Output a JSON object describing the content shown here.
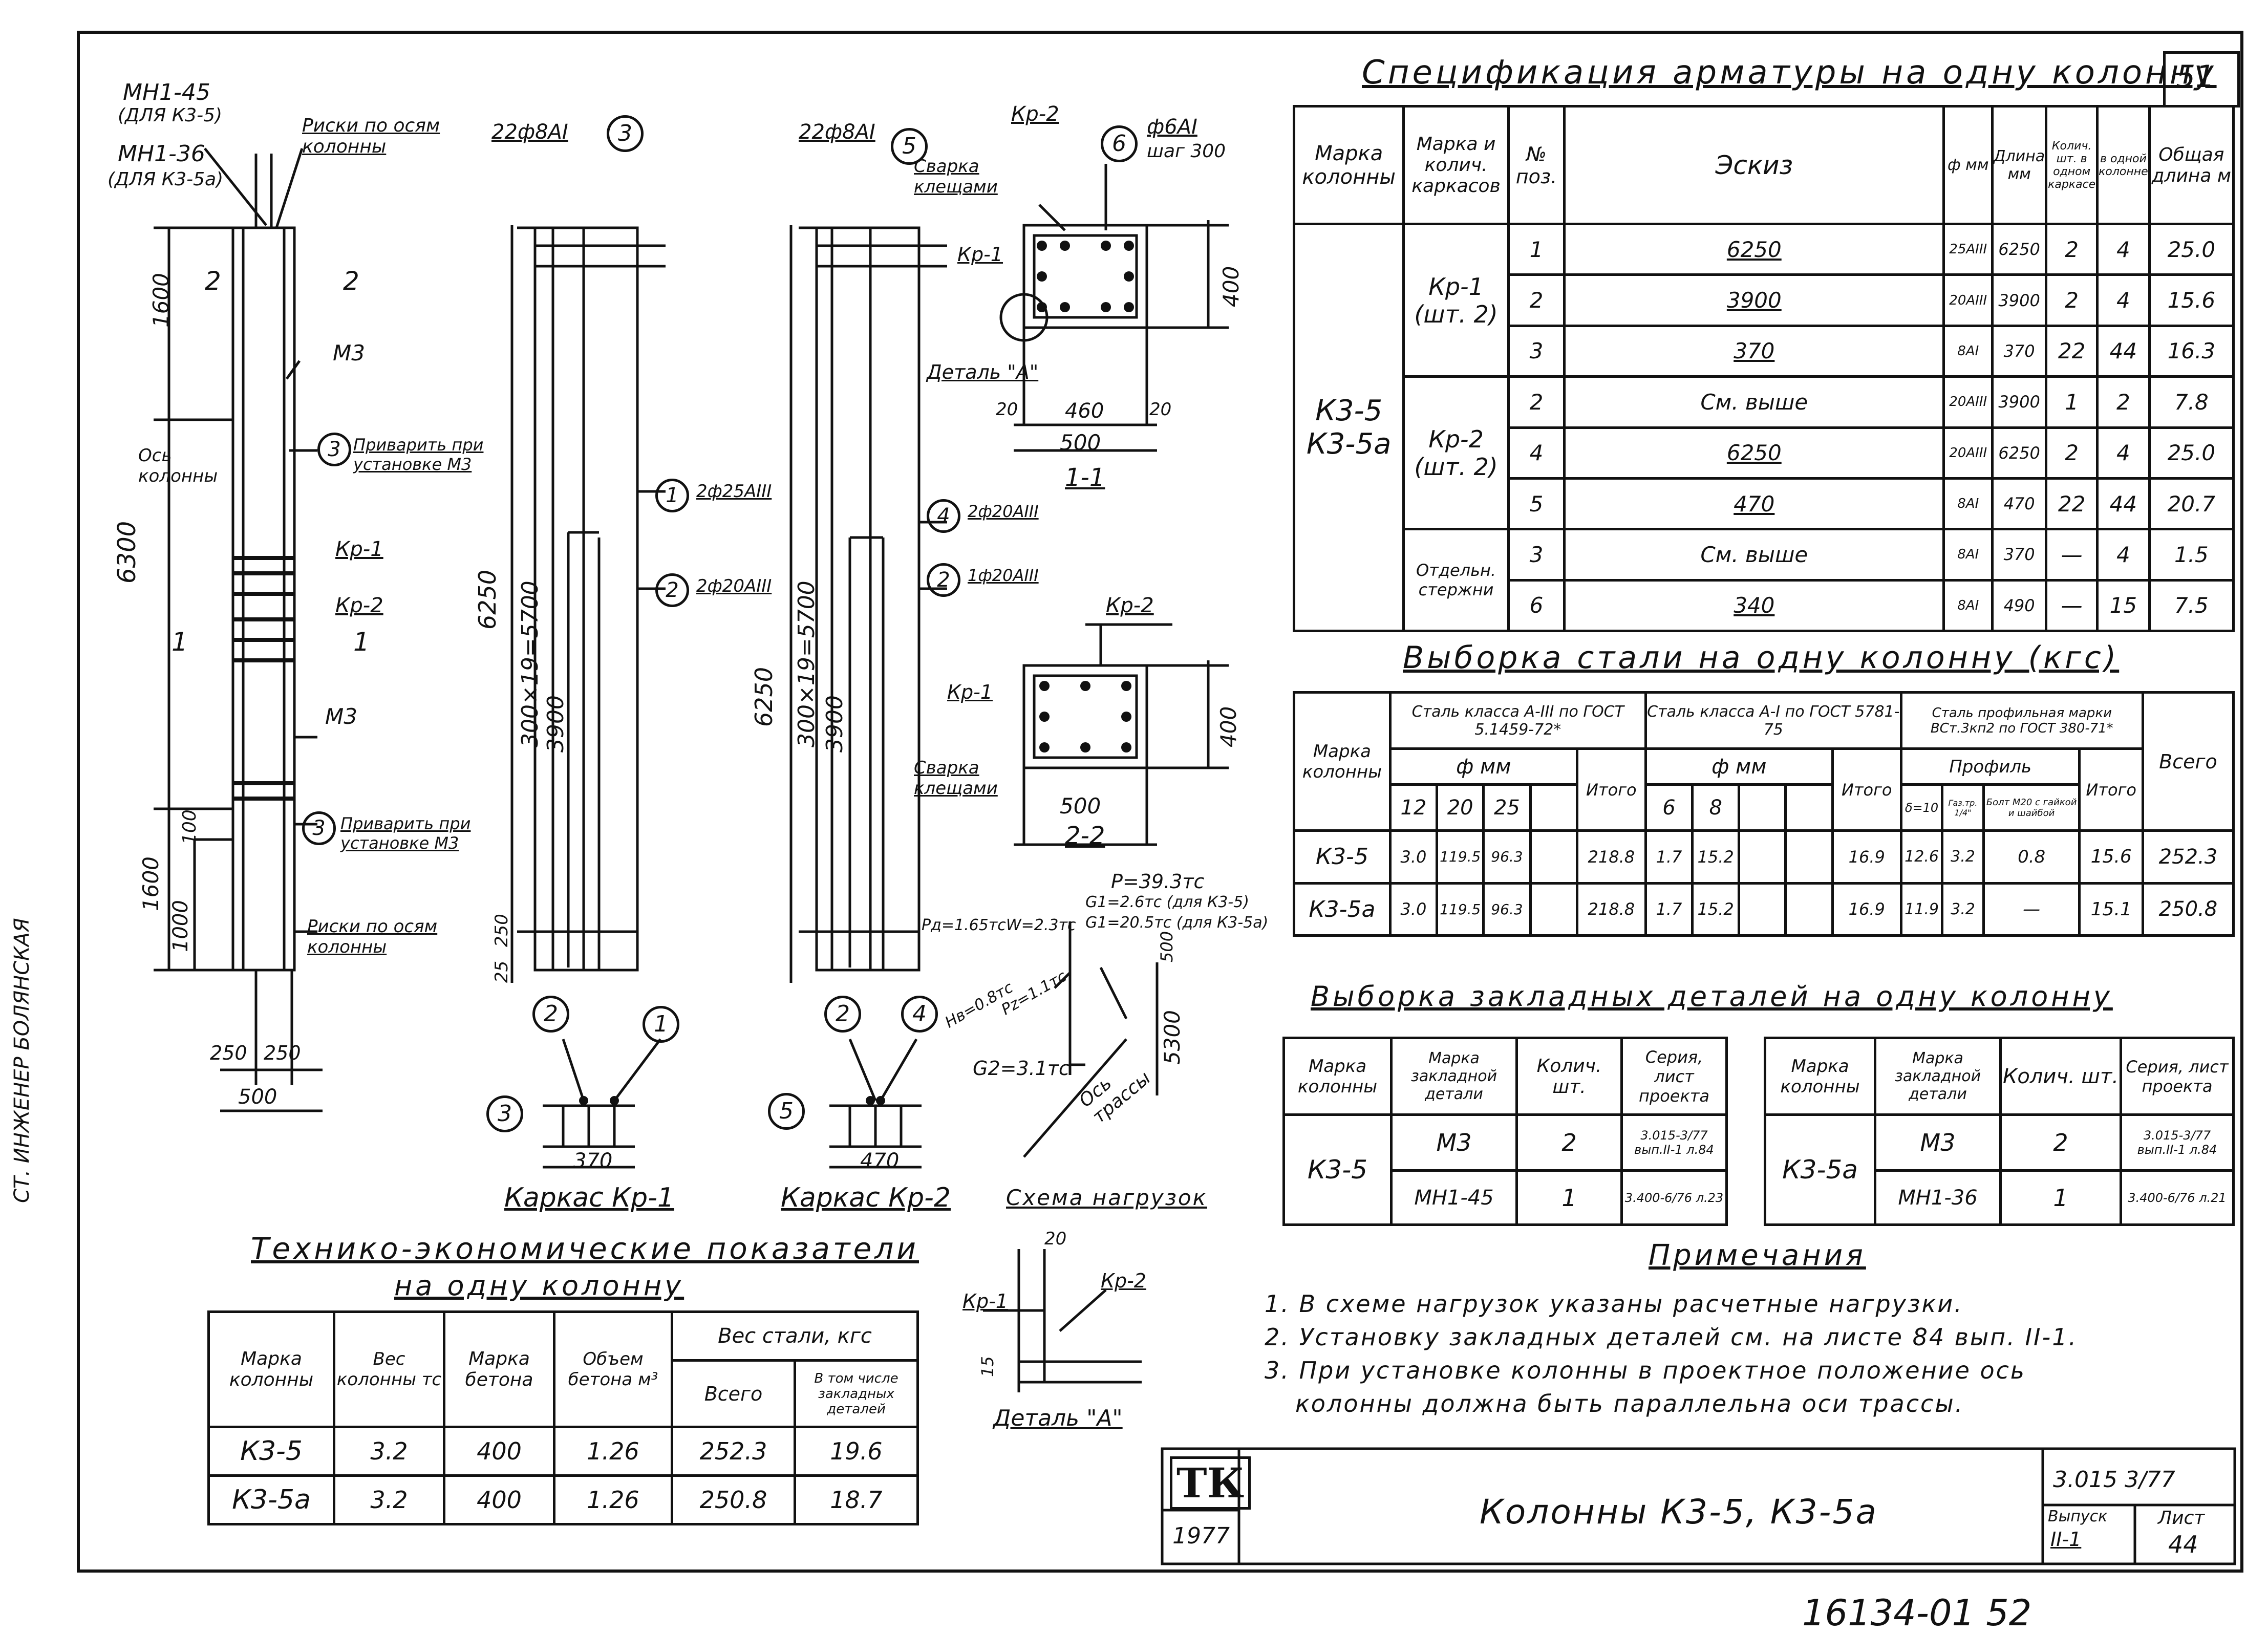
{
  "sheet_number": "51",
  "bottom_code": "16134-01   52",
  "side_label": "СТ. ИНЖЕНЕР БОЛЯНСКАЯ",
  "drawing": {
    "embed_top_label": "МН1-45",
    "embed_top_note": "(ДЛЯ К3-5)",
    "embed_top_label2": "МН1-36",
    "embed_top_note2": "(ДЛЯ К3-5а)",
    "risks_top": "Риски по осям колонны",
    "risks_bottom": "Риски по осям колонны",
    "dim_6300": "6300",
    "dim_1600_top": "1600",
    "dim_1600_bot": "1600",
    "dim_1000": "1000",
    "dim_100": "100",
    "dim_250a": "250",
    "dim_250b": "250",
    "dim_500": "500",
    "sec_2a": "2",
    "sec_2b": "2",
    "sec_1a": "1",
    "sec_1b": "1",
    "m3_top": "М3",
    "m3_bot": "М3",
    "axis": "Ось колонны",
    "weld_top": "Приварить при установке М3",
    "weld_bot": "Приварить при установке М3",
    "kr1": "Кр-1",
    "kr2": "Кр-2",
    "frame1_bar": "22ф8АI",
    "frame2_bar": "22ф8АI",
    "bar_2f25": "2ф25АIII",
    "bar_2f20": "2ф20АIII",
    "bar_2f20b": "2ф20АIII",
    "bar_1f20": "1ф20АIII",
    "dim_6250a": "6250",
    "dim_6250b": "6250",
    "dim_300x19a": "300×19=5700",
    "dim_300x19b": "300×19=5700",
    "dim_3900a": "3900",
    "dim_3900b": "3900",
    "dim_25": "25",
    "dim_250": "250",
    "caption_kr1": "Каркас Кр-1",
    "caption_kr2": "Каркас Кр-2",
    "kr1_370": "370",
    "kr2_470": "470",
    "kr2_top": "Кр-2",
    "f6": "ф6АI",
    "step300": "шаг 300",
    "svarka_top": "Сварка клещами",
    "detal_a": "Деталь \"А\"",
    "dim_400a": "400",
    "dim_460": "460",
    "dim_20a": "20",
    "dim_20b": "20",
    "dim_500a": "500",
    "sec_11": "1-1",
    "kr2_b": "Кр-2",
    "kr1_b": "Кр-1",
    "dim_400b": "400",
    "svarka_b": "Сварка клещами",
    "dim_500b": "500",
    "sec_22": "2-2",
    "p_load": "Р=39.3тс",
    "g1a": "G1=2.6тс (для К3-5)",
    "g1b": "G1=20.5тс (для К3-5а)",
    "pa": "Рд=1.65тс",
    "w": "W=2.3тс",
    "hb": "Нв=0.8тс",
    "pz": "Рz=1.1тс",
    "g2": "G2=3.1тс",
    "os_trassy": "Ось трассы",
    "dim_5300": "5300",
    "dim_500c": "500",
    "load_scheme": "Схема нагрузок",
    "detail_caption": "Деталь \"А\"",
    "d_kr1": "Кр-1",
    "d_kr2": "Кр-2",
    "d_20": "20",
    "d_15": "15"
  },
  "spec": {
    "title": "Спецификация арматуры на одну колонну",
    "headers": [
      "Марка колонны",
      "Марка и колич. каркасов",
      "№ поз.",
      "Эскиз",
      "ф мм",
      "Длина мм",
      "Колич. шт. в одном каркасе",
      "в одной колонне",
      "Общая длина м"
    ],
    "col_label": "Колич. шт.",
    "marka": "К3-5\nК3-5а",
    "groups": [
      {
        "name": "Кр-1 (шт. 2)",
        "rows": [
          [
            "1",
            "6250",
            "25АIII",
            "6250",
            "2",
            "4",
            "25.0"
          ],
          [
            "2",
            "3900",
            "20АIII",
            "3900",
            "2",
            "4",
            "15.6"
          ],
          [
            "3",
            "370",
            "8АI",
            "370",
            "22",
            "44",
            "16.3"
          ]
        ]
      },
      {
        "name": "Кр-2 (шт. 2)",
        "rows": [
          [
            "2",
            "См. выше",
            "20АIII",
            "3900",
            "1",
            "2",
            "7.8"
          ],
          [
            "4",
            "6250",
            "20АIII",
            "6250",
            "2",
            "4",
            "25.0"
          ],
          [
            "5",
            "470",
            "8АI",
            "470",
            "22",
            "44",
            "20.7"
          ]
        ]
      },
      {
        "name": "Отдельн. стержни",
        "rows": [
          [
            "3",
            "См. выше",
            "8АI",
            "370",
            "—",
            "4",
            "1.5"
          ],
          [
            "6",
            "340",
            "8АI",
            "490",
            "—",
            "15",
            "7.5"
          ]
        ]
      }
    ]
  },
  "steel": {
    "title": "Выборка стали на одну колонну (кгс)",
    "h_marka": "Марка колонны",
    "h_a3": "Сталь класса А-III по ГОСТ 5.1459-72*",
    "h_a1": "Сталь класса А-I по ГОСТ 5781-75",
    "h_prof": "Сталь профильная марки ВСт.3кп2 по ГОСТ 380-71*",
    "h_fmm": "ф мм",
    "h_fmm2": "ф мм",
    "h_profil": "Профиль",
    "h_total": "Итого",
    "h_total2": "Итого",
    "h_total3": "Итого",
    "h_all": "Всего",
    "sub": [
      "12",
      "20",
      "25",
      "6",
      "8",
      "δ=10",
      "Газ.тр. 1/4\"",
      "Болт М20 с гайкой и шайбой"
    ],
    "rows": [
      [
        "К3-5",
        "3.0",
        "119.5",
        "96.3",
        "218.8",
        "1.7",
        "15.2",
        "16.9",
        "12.6",
        "3.2",
        "0.8",
        "15.6",
        "252.3"
      ],
      [
        "К3-5а",
        "3.0",
        "119.5",
        "96.3",
        "218.8",
        "1.7",
        "15.2",
        "16.9",
        "11.9",
        "3.2",
        "—",
        "15.1",
        "250.8"
      ]
    ]
  },
  "embedded": {
    "title": "Выборка закладных деталей на одну колонну",
    "headers": [
      "Марка колонны",
      "Марка закладной детали",
      "Колич. шт.",
      "Серия, лист проекта"
    ],
    "left": {
      "marka": "К3-5",
      "rows": [
        [
          "М3",
          "2",
          "3.015-3/77 вып.II-1 л.84"
        ],
        [
          "МН1-45",
          "1",
          "3.400-6/76 л.23"
        ]
      ]
    },
    "right": {
      "marka": "К3-5а",
      "rows": [
        [
          "М3",
          "2",
          "3.015-3/77 вып.II-1 л.84"
        ],
        [
          "МН1-36",
          "1",
          "3.400-6/76 л.21"
        ]
      ]
    }
  },
  "notes": {
    "title": "Примечания",
    "items": [
      "1. В схеме нагрузок указаны расчетные нагрузки.",
      "2. Установку закладных деталей см. на листе 84 вып. II-1.",
      "3. При установке колонны в проектное положение ось",
      "колонны должна быть параллельна оси трассы."
    ]
  },
  "tep": {
    "title1": "Технико-экономические показатели",
    "title2": "на одну колонну",
    "headers": [
      "Марка колонны",
      "Вес колонны тс",
      "Марка бетона",
      "Объем бетона м³",
      "Вес стали, кгс",
      "Всего",
      "В том числе закладных деталей"
    ],
    "rows": [
      [
        "К3-5",
        "3.2",
        "400",
        "1.26",
        "252.3",
        "19.6"
      ],
      [
        "К3-5а",
        "3.2",
        "400",
        "1.26",
        "250.8",
        "18.7"
      ]
    ]
  },
  "stamp": {
    "logo": "ТК",
    "year": "1977",
    "name": "Колонны К3-5, К3-5а",
    "code": "3.015 3/77",
    "vyp_label": "Выпуск",
    "vyp": "II-1",
    "list_label": "Лист",
    "list": "44"
  }
}
